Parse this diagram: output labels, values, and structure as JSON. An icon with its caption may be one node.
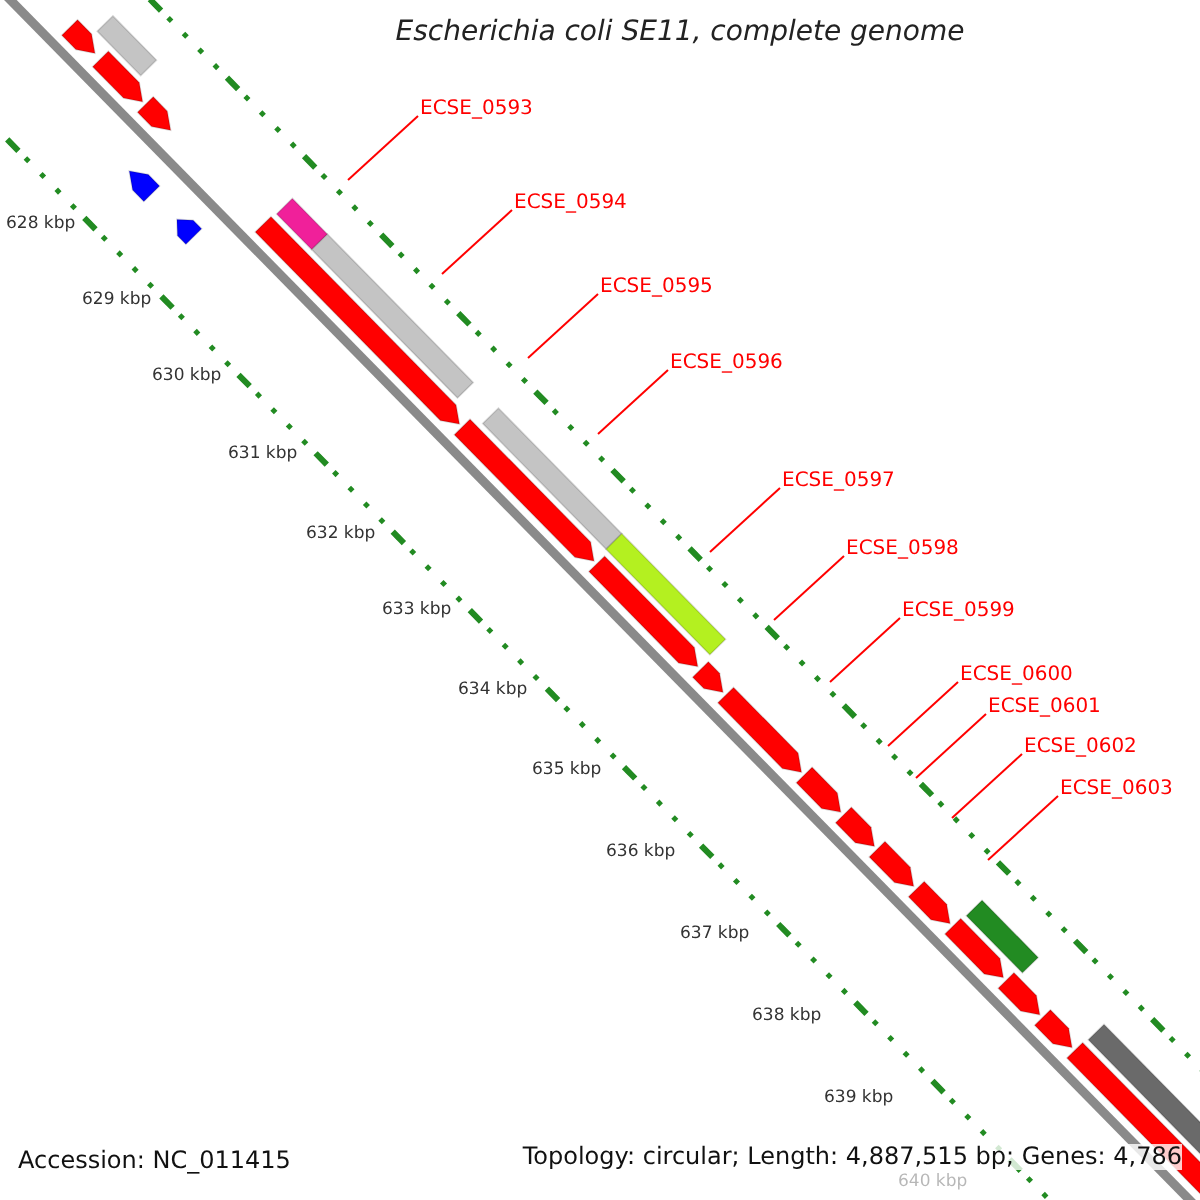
{
  "diagram": {
    "title": "Escherichia coli SE11, complete genome",
    "nodes": [
      {
        "text": [
          "ECSE_0593"
        ]
      },
      {
        "text": [
          "ECSE_0594"
        ]
      },
      {
        "text": [
          "ECSE_0595"
        ]
      },
      {
        "text": [
          "ECSE_0596"
        ]
      },
      {
        "text": [
          "ECSE_0597"
        ]
      },
      {
        "text": [
          "ECSE_0598"
        ]
      },
      {
        "text": [
          "ECSE_0599"
        ]
      },
      {
        "text": [
          "ECSE_0600"
        ]
      },
      {
        "text": [
          "ECSE_0601"
        ]
      },
      {
        "text": [
          "ECSE_0602"
        ]
      },
      {
        "text": [
          "ECSE_0603"
        ]
      }
    ],
    "edges": [
      {
        "from": 0,
        "to": null,
        "arrow": "none",
        "color": "#ff0000"
      },
      {
        "from": 1,
        "to": null,
        "arrow": "none",
        "color": "#ff0000"
      },
      {
        "from": 2,
        "to": null,
        "arrow": "none",
        "color": "#ff0000"
      },
      {
        "from": 3,
        "to": null,
        "arrow": "none",
        "color": "#ff0000"
      },
      {
        "from": 4,
        "to": null,
        "arrow": "none",
        "color": "#ff0000"
      },
      {
        "from": 5,
        "to": null,
        "arrow": "none",
        "color": "#ff0000"
      },
      {
        "from": 6,
        "to": null,
        "arrow": "none",
        "color": "#ff0000"
      },
      {
        "from": 7,
        "to": null,
        "arrow": "none",
        "color": "#ff0000"
      },
      {
        "from": 8,
        "to": null,
        "arrow": "none",
        "color": "#ff0000"
      },
      {
        "from": 9,
        "to": null,
        "arrow": "none",
        "color": "#ff0000"
      },
      {
        "from": 10,
        "to": null,
        "arrow": "none",
        "color": "#ff0000"
      }
    ],
    "labels": [
      "628 kbp",
      "629 kbp",
      "630 kbp",
      "631 kbp",
      "632 kbp",
      "633 kbp",
      "634 kbp",
      "635 kbp",
      "636 kbp",
      "637 kbp",
      "638 kbp",
      "639 kbp",
      "640 kbp",
      "Accession: NC_011415",
      "Topology: circular; Length: 4,887,515 bp; Genes: 4,786"
    ]
  }
}
